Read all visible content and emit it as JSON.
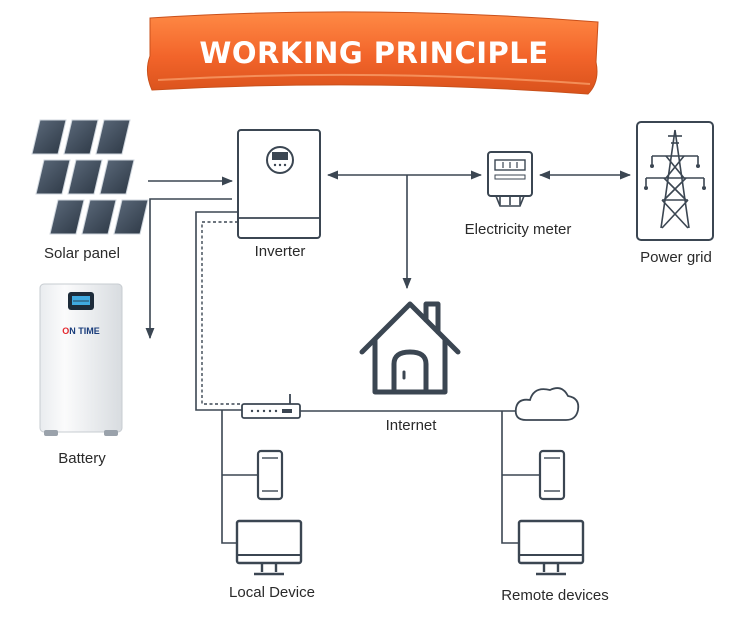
{
  "title": "WORKING PRINCIPLE",
  "labels": {
    "solar_panel": "Solar panel",
    "inverter": "Inverter",
    "electricity_meter": "Electricity meter",
    "power_grid": "Power grid",
    "battery": "Battery",
    "battery_brand": "ON TIME",
    "internet": "Internet",
    "local_device": "Local Device",
    "remote_devices": "Remote devices"
  },
  "colors": {
    "banner": "#f26a2a",
    "banner_dark": "#c94a17",
    "line": "#3b4652",
    "battery_brand_o": "#e3282e"
  }
}
